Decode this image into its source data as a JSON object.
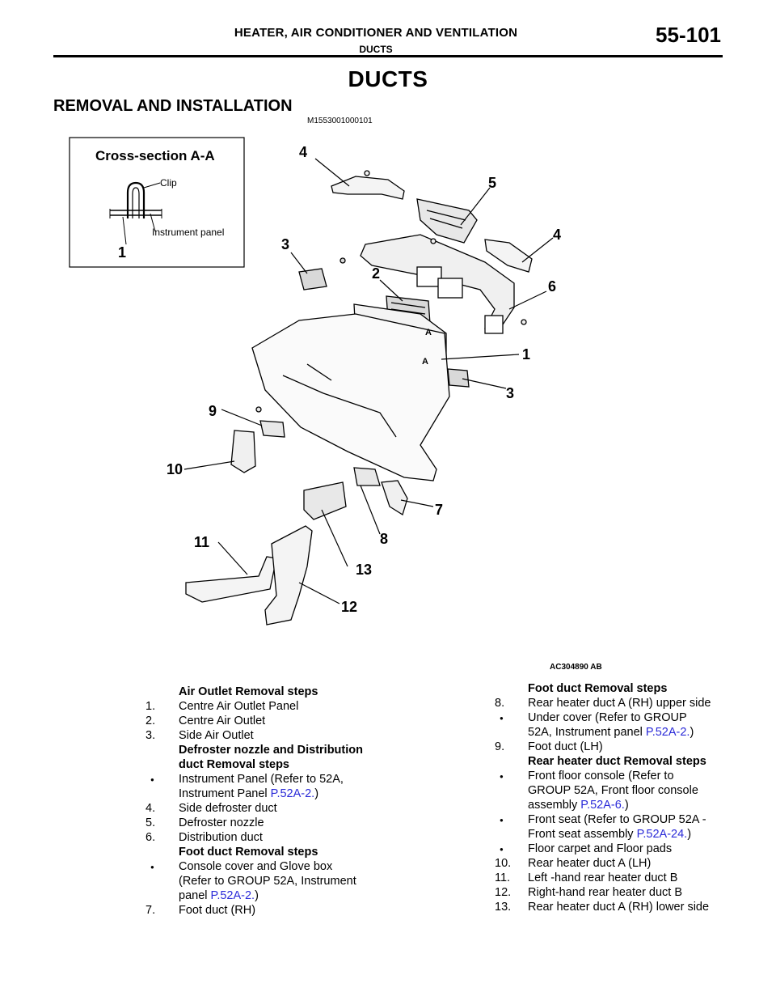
{
  "header": {
    "title": "HEATER, AIR CONDITIONER AND VENTILATION",
    "subtitle": "DUCTS",
    "page_number": "55-101"
  },
  "page_title": "DUCTS",
  "section": {
    "title": "REMOVAL AND INSTALLATION",
    "code": "M1553001000101"
  },
  "figure": {
    "inset_title": "Cross-section A-A",
    "inset_labels": {
      "clip": "Clip",
      "panel": "Instrument panel",
      "num": "1"
    },
    "callouts": [
      "4",
      "5",
      "4",
      "3",
      "2",
      "6",
      "1",
      "3",
      "9",
      "10",
      "7",
      "11",
      "8",
      "13",
      "12"
    ],
    "section_marks": [
      "A",
      "A"
    ],
    "code": "AC304890 AB"
  },
  "left_column": {
    "air_outlet": {
      "title": "Air Outlet Removal steps",
      "steps": [
        {
          "num": "1.",
          "text": "Centre Air Outlet Panel"
        },
        {
          "num": "2.",
          "text": "Centre Air Outlet"
        },
        {
          "num": "3.",
          "text": "Side Air Outlet"
        }
      ]
    },
    "defroster": {
      "title_line1": "Defroster nozzle and Distribution",
      "title_line2": "duct Removal steps",
      "bullet_line1": "Instrument Panel (Refer to 52A,",
      "bullet_line2": "Instrument Panel ",
      "bullet_link": "P.52A-2.",
      "bullet_end": ")",
      "steps": [
        {
          "num": "4.",
          "text": "Side defroster duct"
        },
        {
          "num": "5.",
          "text": "Defroster nozzle"
        },
        {
          "num": "6.",
          "text": "Distribution duct"
        }
      ]
    },
    "foot_duct": {
      "title": "Foot duct Removal steps",
      "bullet_line1": "Console cover and Glove box",
      "bullet_line2": "(Refer to GROUP 52A, Instrument",
      "bullet_line3": "panel ",
      "bullet_link": "P.52A-2.",
      "bullet_end": ")",
      "step": {
        "num": "7.",
        "text": "Foot duct (RH)"
      }
    }
  },
  "right_column": {
    "foot_duct": {
      "title": "Foot duct Removal steps",
      "step8": {
        "num": "8.",
        "text": "Rear heater duct A (RH) upper side"
      },
      "bullet_line1": "Under cover (Refer to GROUP",
      "bullet_line2": "52A, Instrument panel ",
      "bullet_link": "P.52A-2.",
      "bullet_end": ")",
      "step9": {
        "num": "9.",
        "text": "Foot duct (LH)"
      }
    },
    "rear_heater": {
      "title": "Rear heater duct Removal steps",
      "bullet1_line1": "Front floor console (Refer to",
      "bullet1_line2": "GROUP 52A, Front floor console",
      "bullet1_line3": "assembly ",
      "bullet1_link": "P.52A-6.",
      "bullet1_end": ")",
      "bullet2_line1": "Front seat (Refer to GROUP 52A -",
      "bullet2_line2": "Front seat assembly ",
      "bullet2_link": "P.52A-24.",
      "bullet2_end": ")",
      "bullet3": "Floor carpet and Floor pads",
      "steps": [
        {
          "num": "10.",
          "text": "Rear heater duct A (LH)"
        },
        {
          "num": "11.",
          "text": "Left -hand rear heater duct B"
        },
        {
          "num": "12.",
          "text": "Right-hand rear heater duct B"
        },
        {
          "num": "13.",
          "text": "Rear heater duct A (RH) lower side"
        }
      ]
    }
  }
}
